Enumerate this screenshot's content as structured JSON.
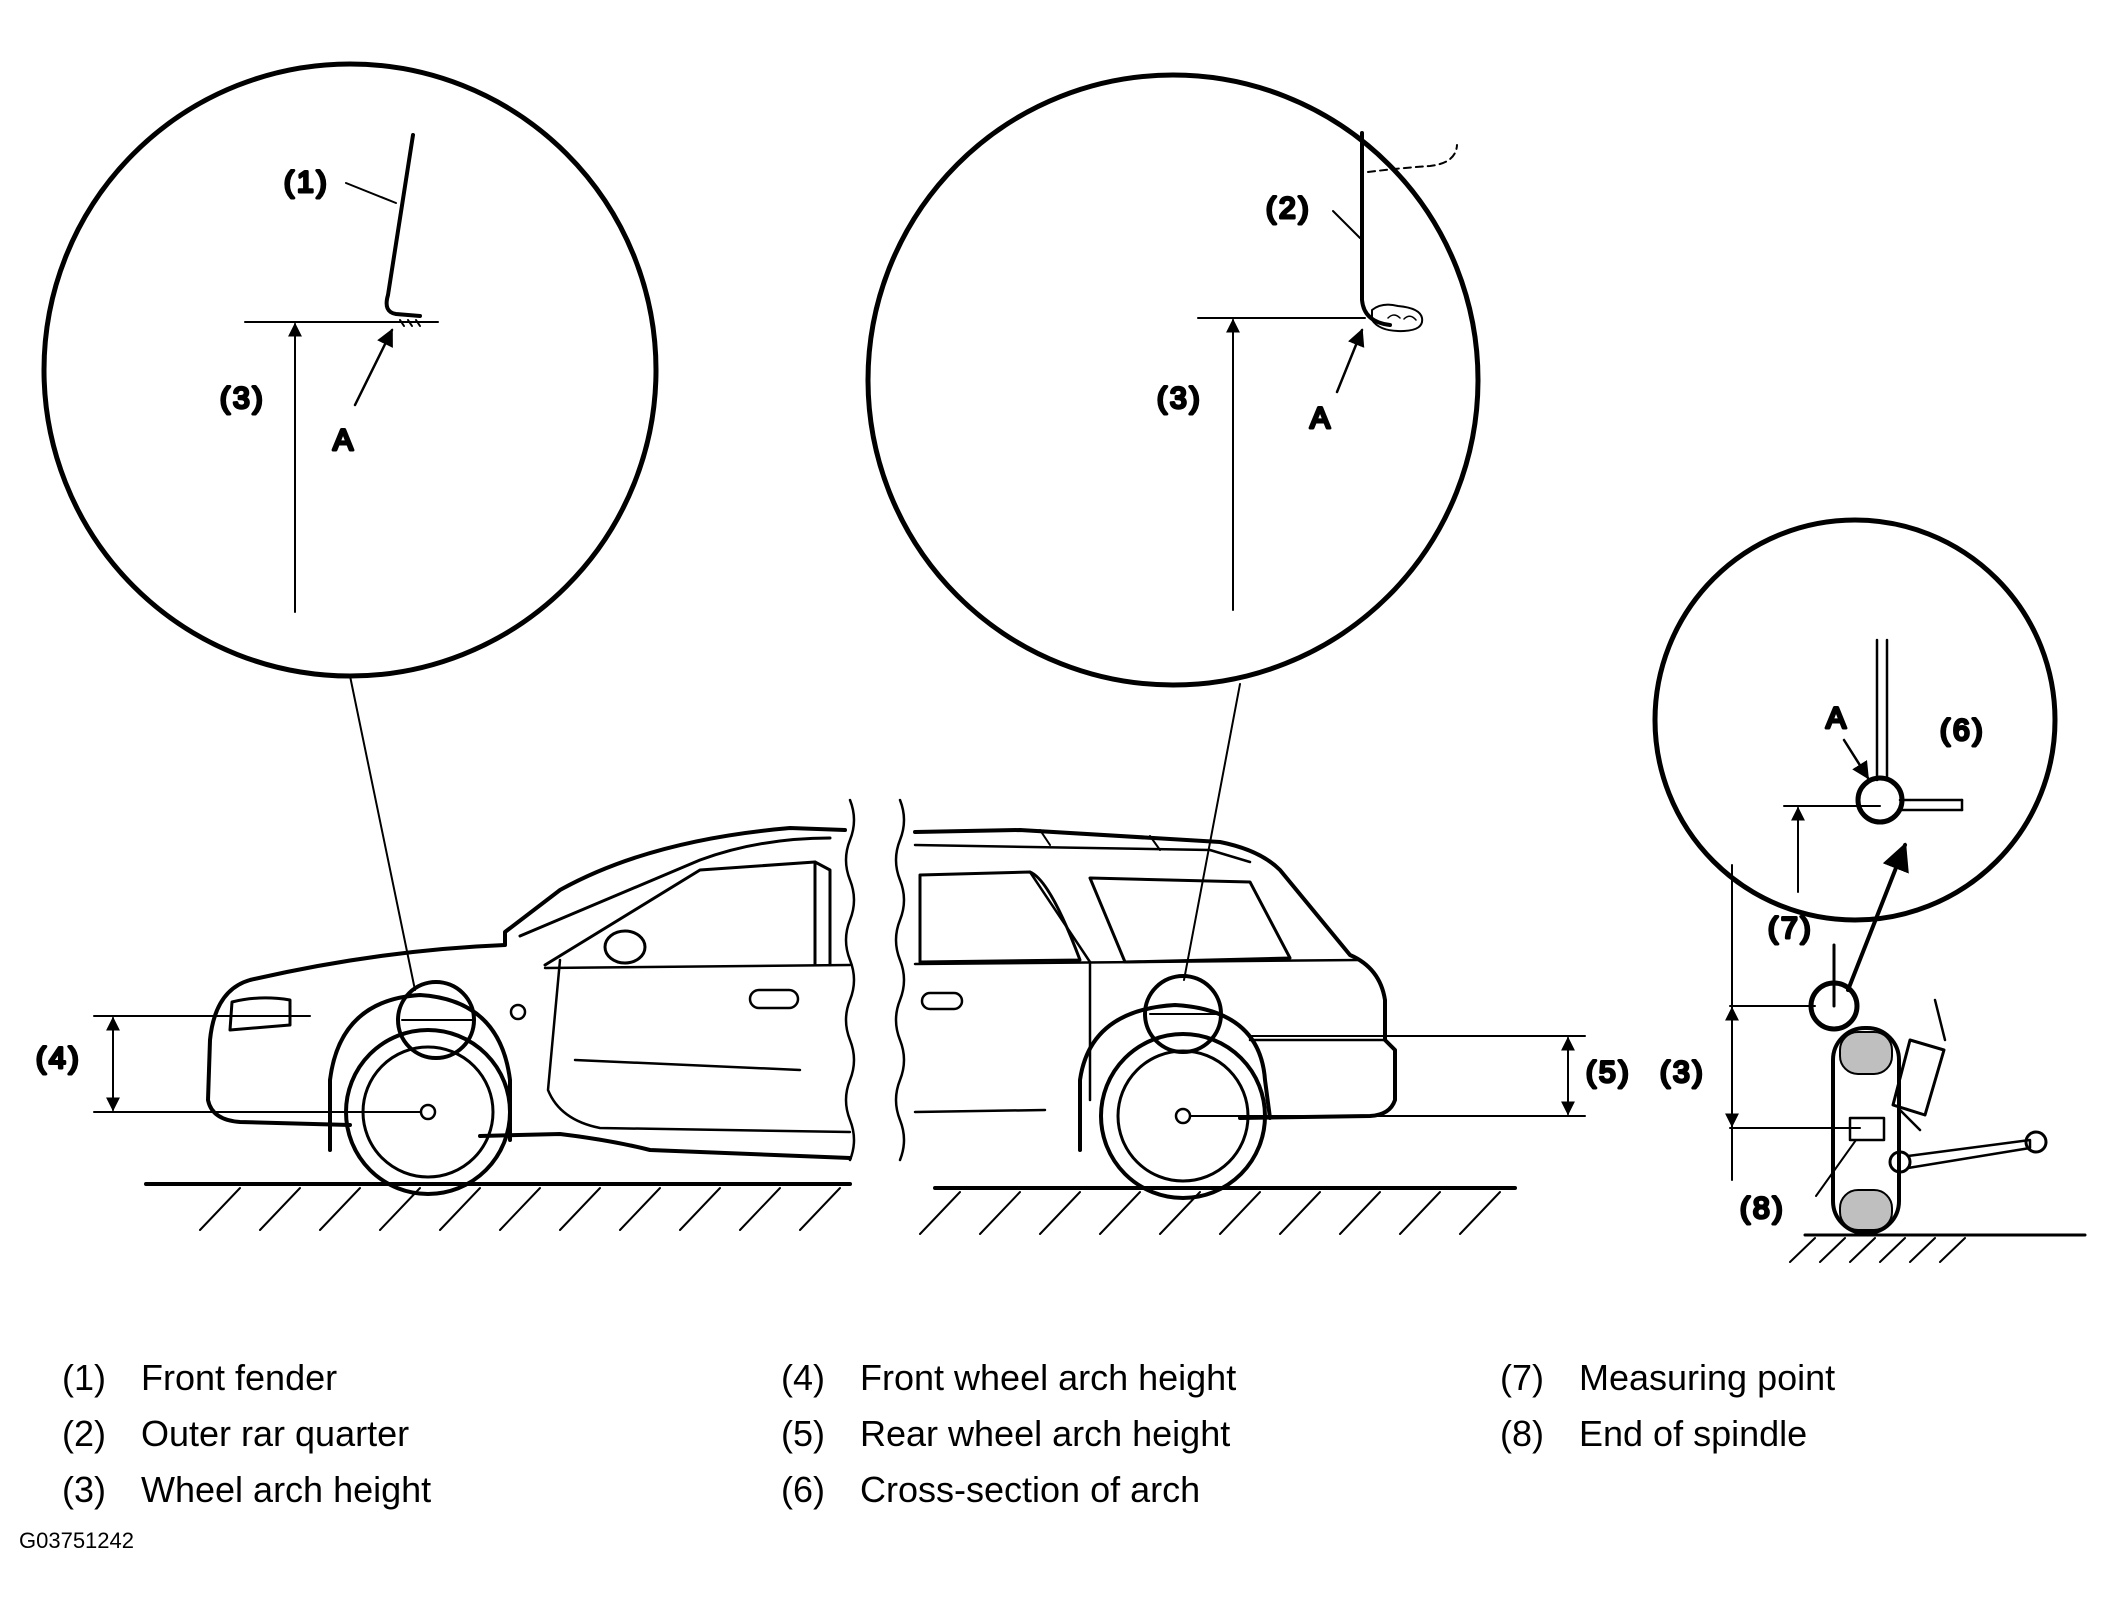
{
  "labels": {
    "n1": "(1)",
    "n2": "(2)",
    "n3": "(3)",
    "n4": "(4)",
    "n5": "(5)",
    "n6": "(6)",
    "n7": "(7)",
    "n8": "(8)",
    "a": "A"
  },
  "legend": {
    "col1": [
      {
        "num": "(1)",
        "text": "Front fender"
      },
      {
        "num": "(2)",
        "text": "Outer rar quarter"
      },
      {
        "num": "(3)",
        "text": "Wheel arch height"
      }
    ],
    "col2": [
      {
        "num": "(4)",
        "text": "Front wheel arch height"
      },
      {
        "num": "(5)",
        "text": "Rear wheel arch height"
      },
      {
        "num": "(6)",
        "text": "Cross-section of arch"
      }
    ],
    "col3": [
      {
        "num": "(7)",
        "text": "Measuring point"
      },
      {
        "num": "(8)",
        "text": "End of spindle"
      }
    ]
  },
  "figure_id": "G03751242"
}
